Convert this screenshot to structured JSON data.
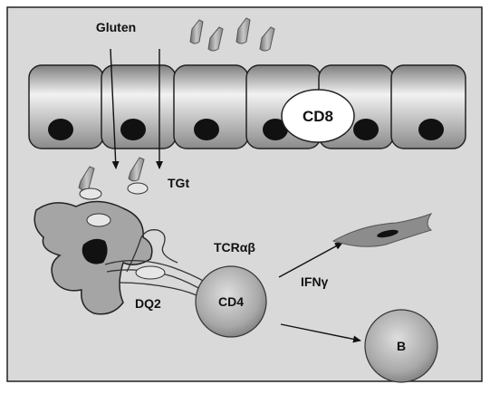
{
  "figure": {
    "labels": {
      "gluten": "Gluten",
      "tgt": "TGt",
      "cd8": "CD8",
      "dq2": "DQ2",
      "tcr": "TCRαβ",
      "cd4": "CD4",
      "ifn": "IFNγ",
      "b_cell": "B"
    },
    "colors": {
      "panel_background": "#d9d9d9",
      "cell_gradient_light": "#f4f4f4",
      "cell_gradient_dark": "#8f8f8f",
      "nucleus": "#111111",
      "gluten_fragment": "#8a8a8a",
      "outline": "#222222"
    }
  }
}
